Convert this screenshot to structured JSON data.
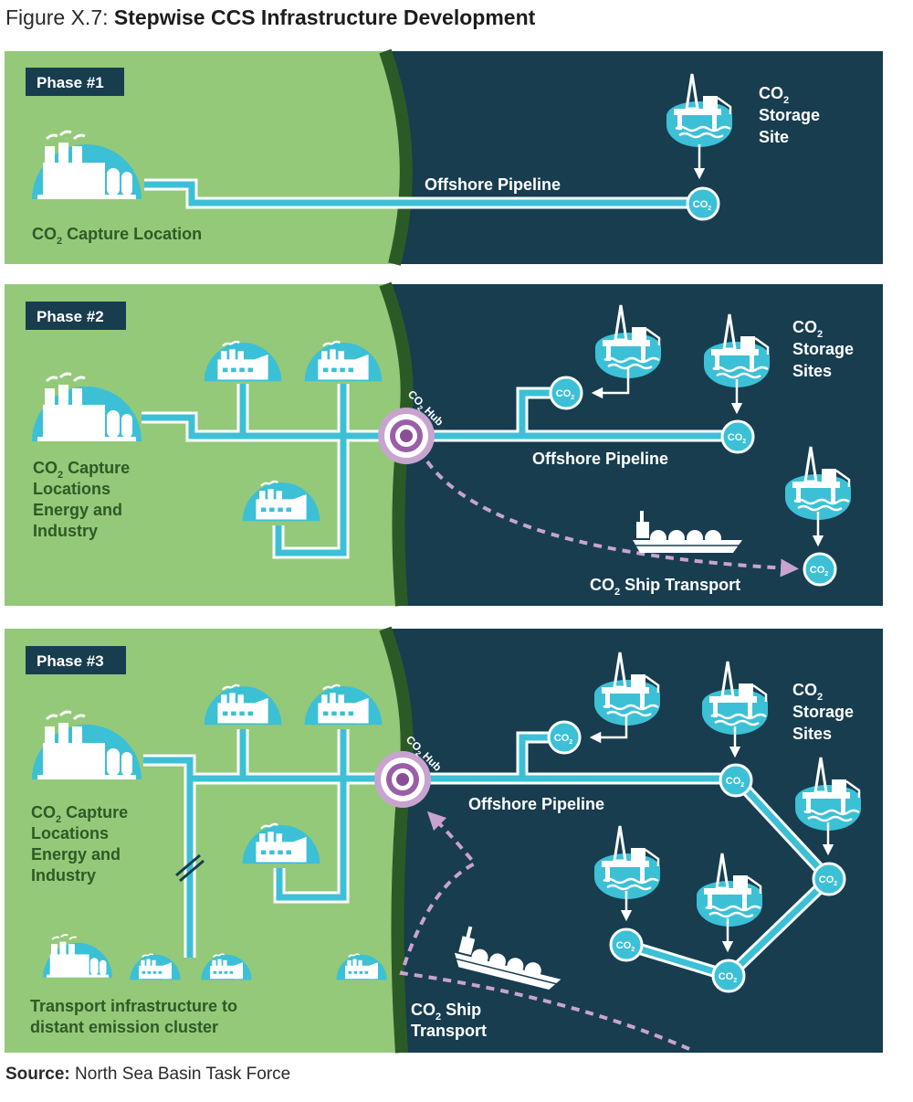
{
  "figure": {
    "prefix": "Figure X.7: ",
    "title": "Stepwise CCS Infrastructure Development"
  },
  "colors": {
    "land": "#94c979",
    "sea": "#173d4f",
    "coast": "#2c5a27",
    "pipe": "#3cc0d6",
    "ship_route": "#c9a3cf",
    "badge": "#173d4f"
  },
  "co2_node": {
    "label": "CO",
    "sub": "2"
  },
  "panels": {
    "phase1": {
      "badge": "Phase #1",
      "capture": {
        "l1_a": "CO",
        "l1_sub": "2",
        "l1_b": " Capture Location"
      },
      "pipeline": "Offshore Pipeline",
      "storage": {
        "co": "CO",
        "sub": "2",
        "l2": "Storage",
        "l3": "Site"
      }
    },
    "phase2": {
      "badge": "Phase #2",
      "capture": {
        "l1_a": "CO",
        "l1_sub": "2",
        "l1_b": " Capture",
        "l2": "Locations",
        "l3": "Energy and",
        "l4": "Industry"
      },
      "hub": {
        "a": "CO",
        "sub": "2",
        "b": " Hub"
      },
      "pipeline": "Offshore Pipeline",
      "storage": {
        "co": "CO",
        "sub": "2",
        "l2": "Storage",
        "l3": "Sites"
      },
      "ship": {
        "a": "CO",
        "sub": "2",
        "b": " Ship Transport"
      }
    },
    "phase3": {
      "badge": "Phase #3",
      "capture": {
        "l1_a": "CO",
        "l1_sub": "2",
        "l1_b": " Capture",
        "l2": "Locations",
        "l3": "Energy and",
        "l4": "Industry"
      },
      "hub": {
        "a": "CO",
        "sub": "2",
        "b": " Hub"
      },
      "pipeline": "Offshore Pipeline",
      "storage": {
        "co": "CO",
        "sub": "2",
        "l2": "Storage",
        "l3": "Sites"
      },
      "ship": {
        "a": "CO",
        "sub": "2",
        "b": " Ship",
        "l2": "Transport"
      },
      "distant": {
        "l1": "Transport infrastructure to",
        "l2": "distant emission cluster"
      }
    }
  },
  "source": {
    "label": "Source:",
    "text": " North Sea Basin Task Force"
  }
}
